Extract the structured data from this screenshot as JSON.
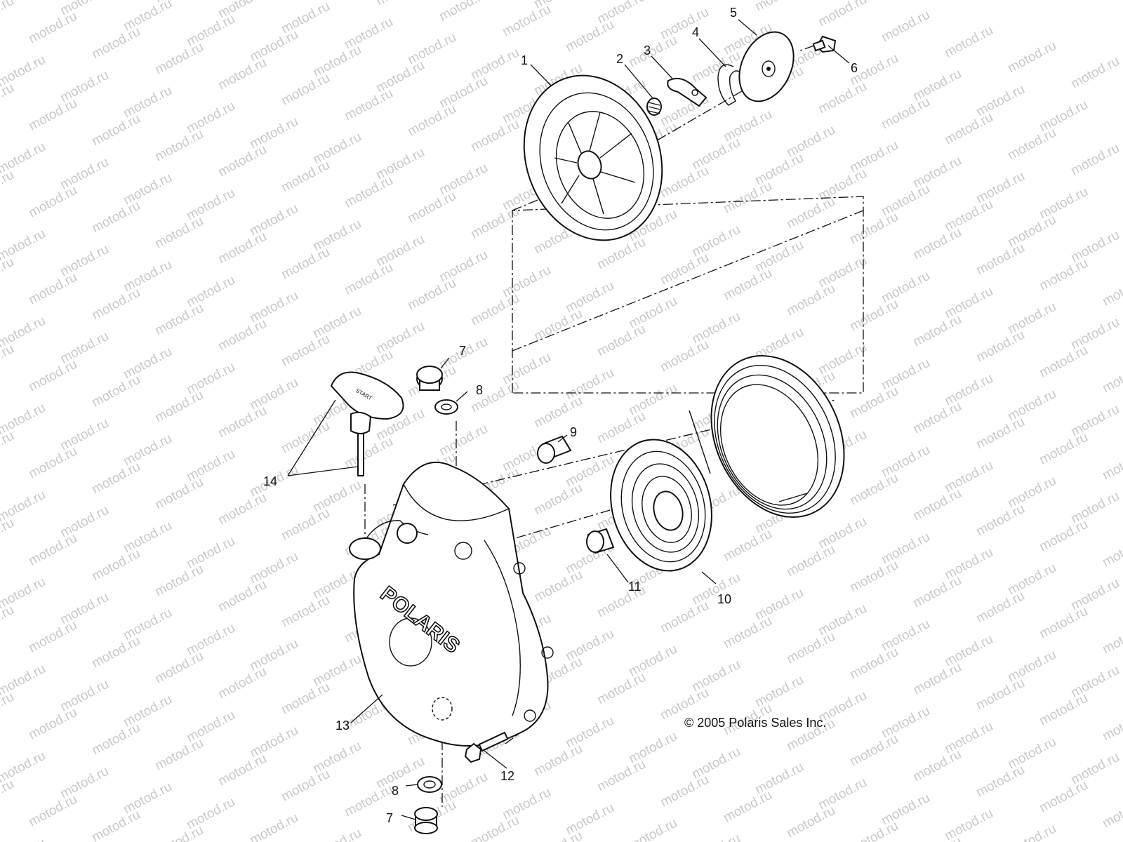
{
  "watermark": "motod.ru",
  "callouts": {
    "c1": "1",
    "c2": "2",
    "c3": "3",
    "c4": "4",
    "c5": "5",
    "c6": "6",
    "c7a": "7",
    "c8a": "8",
    "c9": "9",
    "c10": "10",
    "c11": "11",
    "c12": "12",
    "c13": "13",
    "c14": "14",
    "c8b": "8",
    "c7b": "7"
  },
  "cover_logo": "POLARIS",
  "handle_text": "START",
  "copyright": "© 2005 Polaris Sales Inc."
}
